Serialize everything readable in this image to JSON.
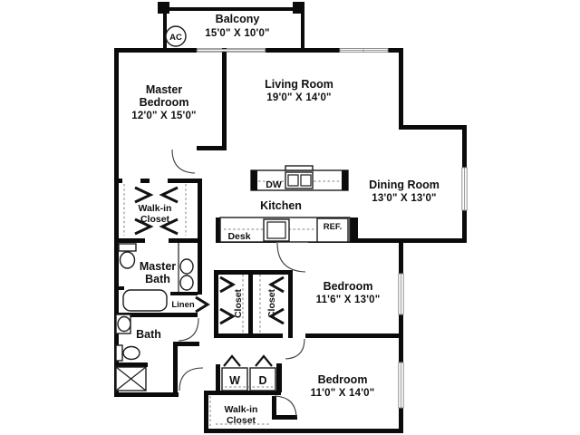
{
  "colors": {
    "background": "#ffffff",
    "wall": "#0b0b0b",
    "window_line": "#9a9a9a"
  },
  "rooms": {
    "balcony": {
      "name": "Balcony",
      "dims": "15'0\" X 10'0\""
    },
    "master_bedroom": {
      "line1": "Master",
      "line2": "Bedroom",
      "dims": "12'0\" X 15'0\""
    },
    "living_room": {
      "name": "Living Room",
      "dims": "19'0\" X 14'0\""
    },
    "dining_room": {
      "name": "Dining Room",
      "dims": "13'0\" X 13'0\""
    },
    "kitchen": {
      "name": "Kitchen"
    },
    "bedroom_2": {
      "name": "Bedroom",
      "dims": "11'6\" X 13'0\""
    },
    "bedroom_3": {
      "name": "Bedroom",
      "dims": "11'0\" X 14'0\""
    },
    "master_walkin": {
      "line1": "Walk-in",
      "line2": "Closet"
    },
    "master_bath": {
      "line1": "Master",
      "line2": "Bath"
    },
    "bath": {
      "name": "Bath"
    },
    "linen": {
      "name": "Linen"
    },
    "closet_left": {
      "name": "Closet"
    },
    "closet_right": {
      "name": "Closet"
    },
    "lower_walkin": {
      "line1": "Walk-in",
      "line2": "Closet"
    }
  },
  "fixtures": {
    "ac": "AC",
    "dishwasher": "DW",
    "desk": "Desk",
    "refrigerator": "REF.",
    "washer": "W",
    "dryer": "D"
  }
}
